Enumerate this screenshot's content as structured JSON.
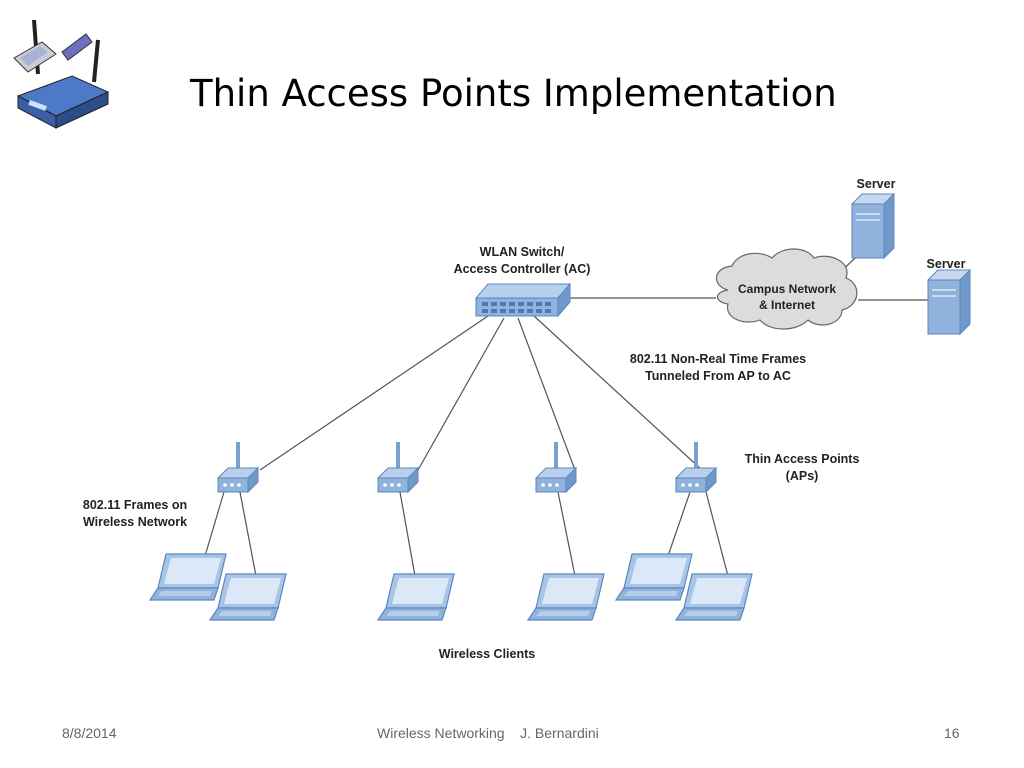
{
  "slide": {
    "title": "Thin Access Points Implementation"
  },
  "diagram": {
    "controller_label": [
      "WLAN Switch/",
      "Access Controller (AC)"
    ],
    "campus_label": [
      "Campus Network",
      "& Internet"
    ],
    "server_label_1": "Server",
    "server_label_2": "Server",
    "tunnel_label": [
      "802.11 Non-Real Time Frames",
      "Tunneled From AP to AC"
    ],
    "aps_label": [
      "Thin Access Points",
      "(APs)"
    ],
    "frames_label": [
      "802.11 Frames on",
      "Wireless Network"
    ],
    "clients_label": "Wireless Clients"
  },
  "footer": {
    "date": "8/8/2014",
    "center": "Wireless Networking    J. Bernardini",
    "page_number": "16"
  },
  "colors": {
    "device_fill": "#8fb3dc",
    "device_dark": "#5b87bd",
    "line": "#555555",
    "cloud": "#dcdcdc"
  }
}
